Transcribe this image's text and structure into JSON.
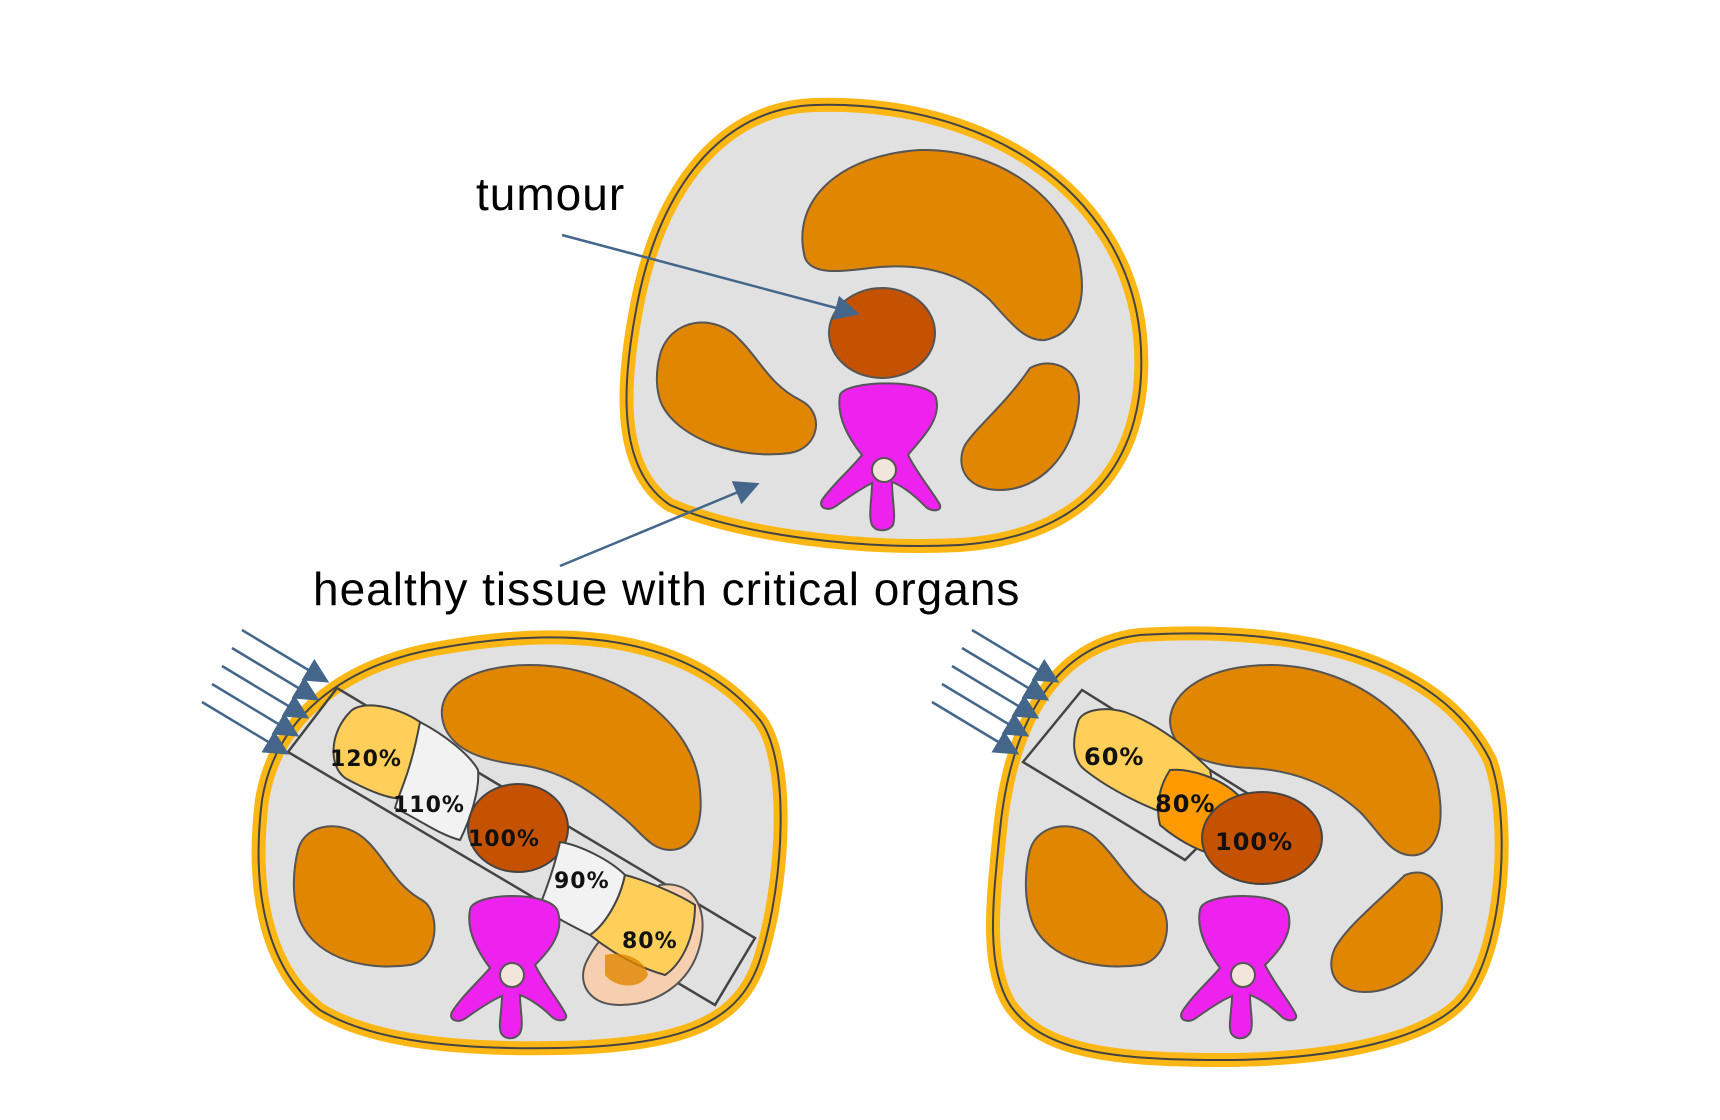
{
  "labels": {
    "tumour": "tumour",
    "healthy_tissue": "healthy tissue with critical organs"
  },
  "photon_panel": {
    "dose_labels": [
      "120%",
      "110%",
      "100%",
      "90%",
      "80%"
    ]
  },
  "proton_panel": {
    "dose_labels": [
      "60%",
      "80%",
      "100%"
    ]
  },
  "colors": {
    "skin": "#FCB714",
    "tissue": "#E1E1E1",
    "organ": "#E08600",
    "tumour": "#C45200",
    "spine": "#EE22EE",
    "arrow": "#44668A",
    "dose_light": "#FFCF5A",
    "dose_orange": "#FF9A00"
  }
}
